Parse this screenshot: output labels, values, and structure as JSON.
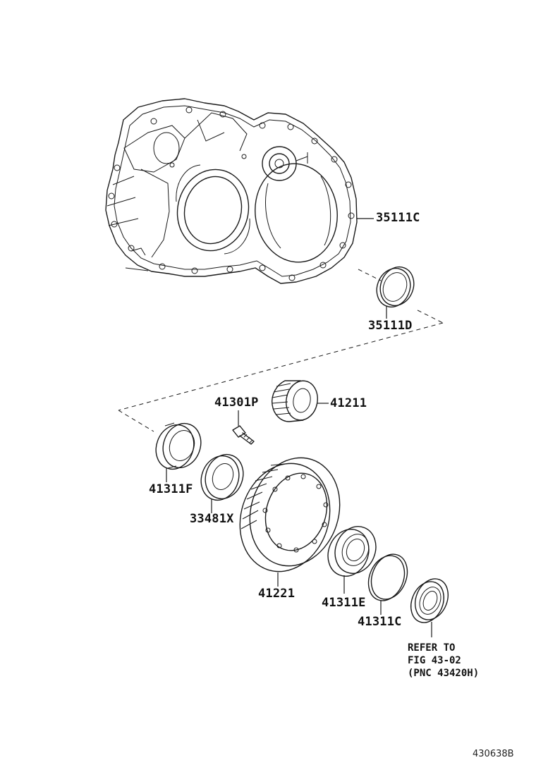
{
  "parts": {
    "p35111c": "35111C",
    "p35111d": "35111D",
    "p41301p": "41301P",
    "p41211": "41211",
    "p41311f": "41311F",
    "p33481x": "33481X",
    "p41221": "41221",
    "p41311e": "41311E",
    "p41311c": "41311C"
  },
  "note": {
    "line1": "REFER TO",
    "line2": "FIG 43-02",
    "line3": "(PNC 43420H)"
  },
  "figure_id": "430638B"
}
